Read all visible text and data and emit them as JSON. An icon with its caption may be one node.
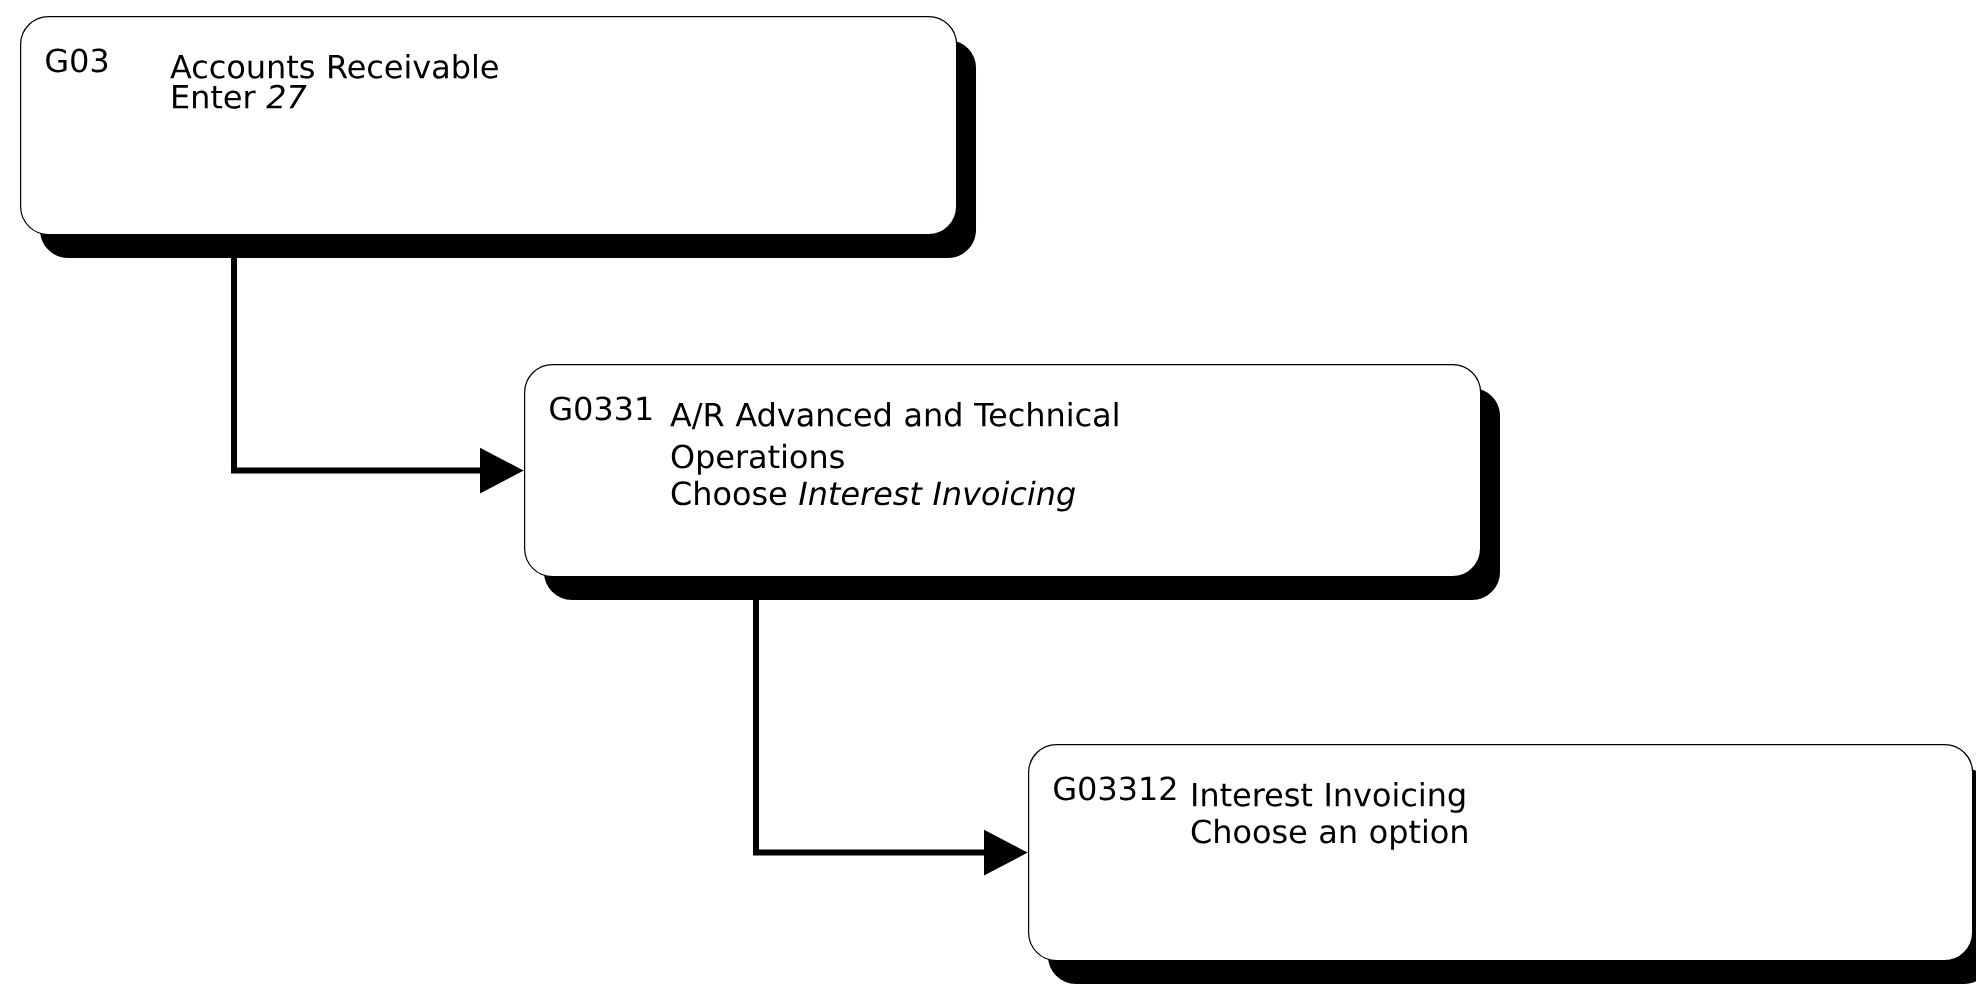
{
  "diagram": {
    "nodes": [
      {
        "text": [
          "G03",
          "Accounts Receivable",
          "Enter *27*"
        ]
      },
      {
        "text": [
          "G0331",
          "A/R Advanced and Technical Operations",
          "Choose *Interest Invoicing*"
        ]
      },
      {
        "text": [
          "G03312",
          "Interest Invoicing",
          "Choose an option"
        ]
      }
    ],
    "edges": [
      {
        "from": 0,
        "to": 1,
        "arrow": "to"
      },
      {
        "from": 1,
        "to": 2,
        "arrow": "to"
      }
    ]
  }
}
